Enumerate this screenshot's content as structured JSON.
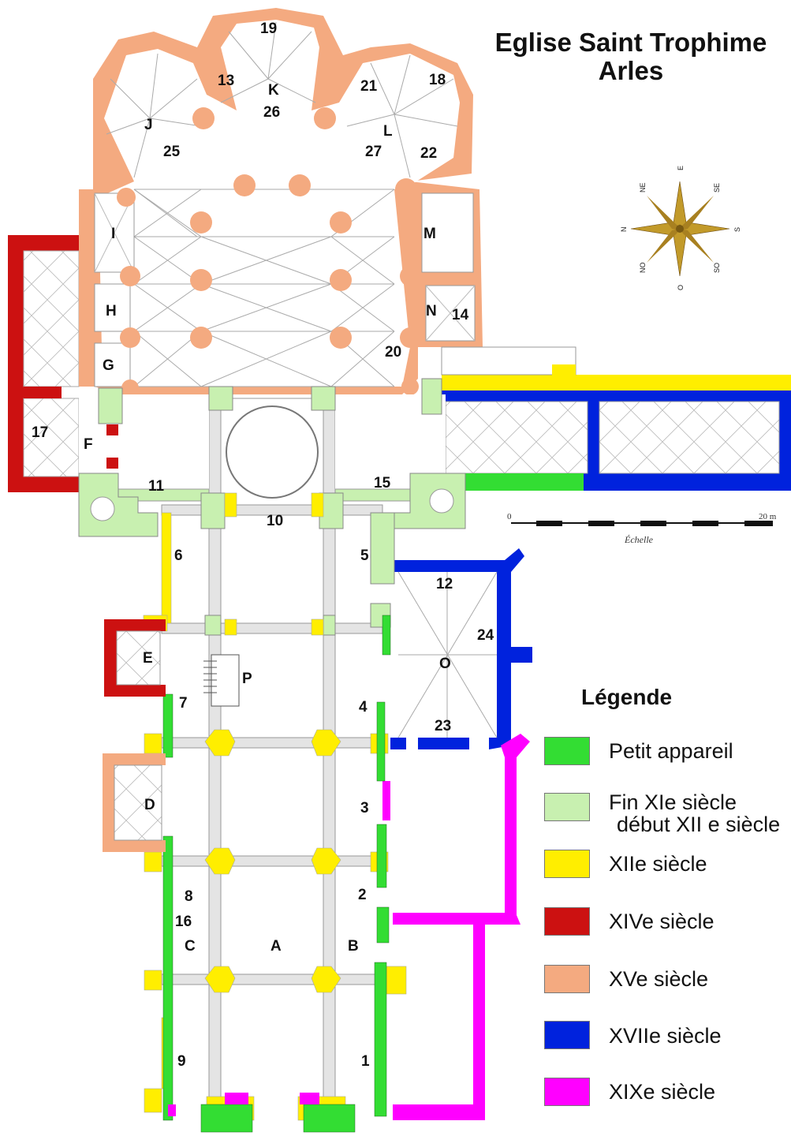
{
  "title": {
    "line1": "Eglise Saint Trophime",
    "line2": "Arles"
  },
  "colors": {
    "petit_appareil": "#33dd33",
    "fin_xi": "#c8f0b0",
    "xii": "#ffee00",
    "xiv": "#cc1111",
    "xv": "#f4aa80",
    "xvii": "#0022dd",
    "xix": "#ff00ff",
    "wall_grey": "#d8d8d8"
  },
  "legend": {
    "title": "Légende",
    "items": [
      {
        "label": "Petit appareil",
        "color": "#33dd33"
      },
      {
        "label": "Fin XIe siècle",
        "label2": "début XII e siècle",
        "color": "#c8f0b0"
      },
      {
        "label": "XIIe siècle",
        "color": "#ffee00"
      },
      {
        "label": "XIVe siècle",
        "color": "#cc1111"
      },
      {
        "label": "XVe siècle",
        "color": "#f4aa80"
      },
      {
        "label": "XVIIe siècle",
        "color": "#0022dd"
      },
      {
        "label": "XIXe siècle",
        "color": "#ff00ff"
      }
    ]
  },
  "scale": {
    "start": "0",
    "end": "20 m",
    "caption": "Échelle"
  },
  "compass": {
    "n": "N",
    "s": "S",
    "e": "E",
    "o": "O",
    "ne": "NE",
    "se": "SE",
    "no": "NO",
    "so": "SO"
  },
  "labels": {
    "19": "19",
    "13": "13",
    "K": "K",
    "21": "21",
    "18": "18",
    "26": "26",
    "J": "J",
    "L": "L",
    "25": "25",
    "27": "27",
    "22": "22",
    "I": "I",
    "M": "M",
    "H": "H",
    "N": "N",
    "14": "14",
    "G": "G",
    "20": "20",
    "17": "17",
    "F": "F",
    "11": "11",
    "15": "15",
    "10": "10",
    "6": "6",
    "5": "5",
    "12": "12",
    "24": "24",
    "E": "E",
    "O": "O",
    "P": "P",
    "7": "7",
    "4": "4",
    "23": "23",
    "D": "D",
    "3": "3",
    "8": "8",
    "2": "2",
    "16": "16",
    "C": "C",
    "A": "A",
    "B": "B",
    "9": "9",
    "1": "1"
  }
}
